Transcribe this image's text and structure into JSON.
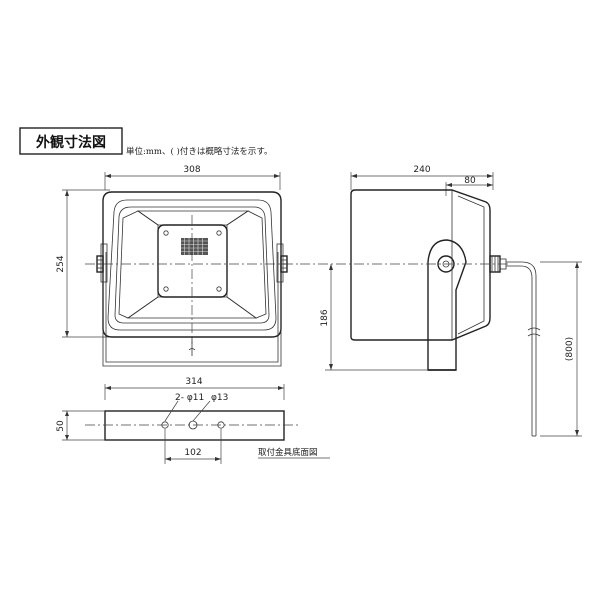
{
  "title": "外観寸法図",
  "note": "単位:mm、( )付きは概略寸法を示す。",
  "front_view": {
    "width_label": "308",
    "height_label": "254",
    "mount_width_label": "314"
  },
  "side_view": {
    "depth_label": "240",
    "back_depth_label": "80",
    "height_label": "186",
    "cable_label": "(800)"
  },
  "bracket_view": {
    "height_label": "50",
    "holes_small_label": "2- φ11",
    "hole_large_label": "φ13",
    "hole_spacing_label": "102",
    "caption": "取付金具底面図"
  }
}
